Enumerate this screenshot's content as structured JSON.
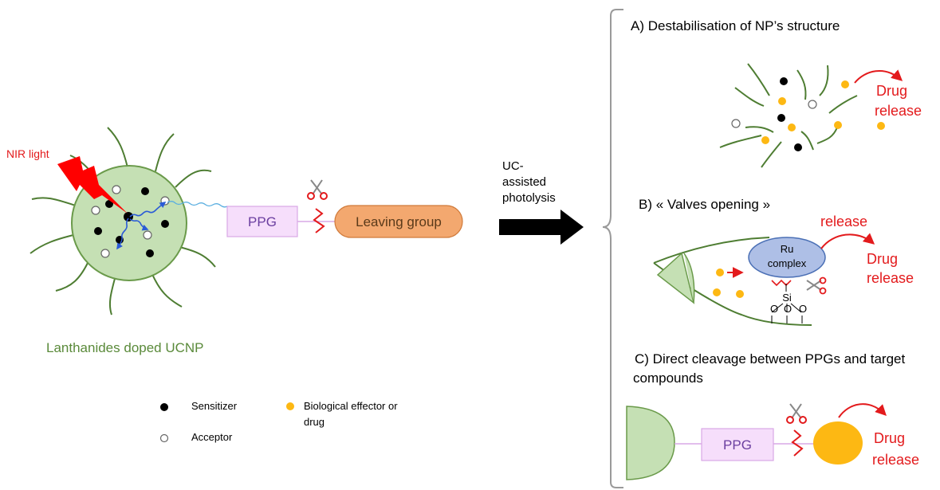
{
  "left": {
    "nir_label": "NIR light",
    "ucnp_label": "Lanthanides doped UCNP",
    "ppg_label": "PPG",
    "leaving_group_label": "Leaving group"
  },
  "legend": {
    "sensitizer": "Sensitizer",
    "acceptor": "Acceptor",
    "effector_line1": "Biological effector or",
    "effector_line2": "drug"
  },
  "arrow": {
    "line1": "UC-",
    "line2": "assisted",
    "line3": "photolysis"
  },
  "panel_a": {
    "title": "A) Destabilisation of NP’s structure",
    "drug": "Drug",
    "release": "release"
  },
  "panel_b": {
    "title": "B) « Valves opening »",
    "release_top": "release",
    "ru_line1": "Ru",
    "ru_line2": "complex",
    "si": "Si",
    "o": "O",
    "drug": "Drug",
    "release": "release"
  },
  "panel_c": {
    "title_line1": "C) Direct cleavage between PPGs and target",
    "title_line2": "compounds",
    "ppg_label": "PPG",
    "drug": "Drug",
    "release": "release"
  },
  "colors": {
    "particle_fill": "#c5e0b4",
    "particle_stroke": "#6a9a4a",
    "ligand": "#4e7d32",
    "drug_yellow": "#fdb813",
    "nir_red": "#ff0000",
    "ppg_fill": "#f6defb",
    "ppg_stroke": "#d9a8e6",
    "leaving_fill": "#f3a86f",
    "leaving_stroke": "#d07a3a",
    "ru_fill": "#aebfe6",
    "ru_stroke": "#4a6fb5",
    "arrow_red": "#e31a1c",
    "energy_blue": "#2a5bd7"
  }
}
